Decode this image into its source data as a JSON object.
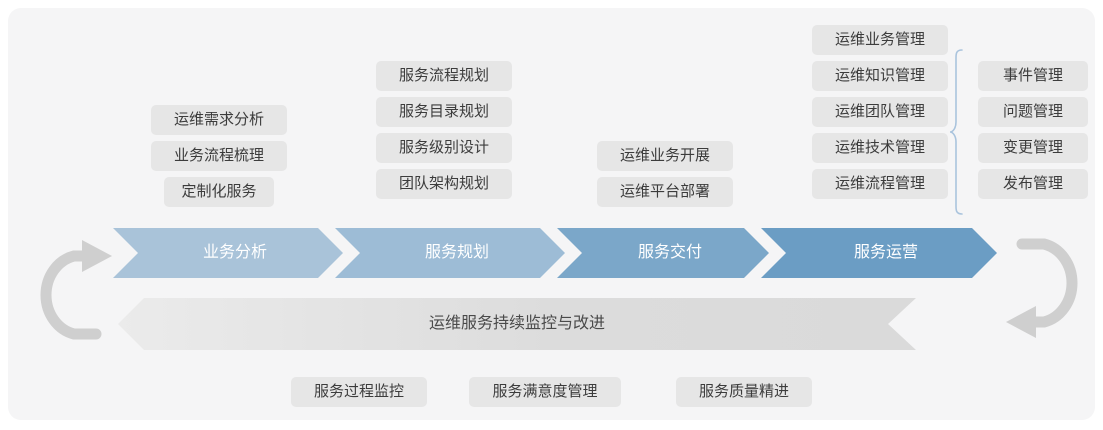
{
  "diagram": {
    "title_banner": "运维服务持续监控与改进",
    "accent_chevron_colors": [
      "#a9c3d9",
      "#9dbcd6",
      "#7ba7c9",
      "#6b9dc4"
    ],
    "pill_color": "#e6e6e6",
    "brace_color": "#aac4dd",
    "loop_arrow_color": "#cfcfcf",
    "card_bg": "#f5f5f6"
  },
  "columns": [
    {
      "stage_label": "业务分析",
      "items": [
        "运维需求分析",
        "业务流程梳理",
        "定制化服务"
      ]
    },
    {
      "stage_label": "服务规划",
      "items": [
        "服务流程规划",
        "服务目录规划",
        "服务级别设计",
        "团队架构规划"
      ]
    },
    {
      "stage_label": "服务交付",
      "items": [
        "运维业务开展",
        "运维平台部署"
      ]
    },
    {
      "stage_label": "服务运营",
      "items": [
        "运维业务管理",
        "运维知识管理",
        "运维团队管理",
        "运维技术管理",
        "运维流程管理"
      ]
    }
  ],
  "detail_column": {
    "items": [
      "事件管理",
      "问题管理",
      "变更管理",
      "发布管理"
    ]
  },
  "footer_items": [
    "服务过程监控",
    "服务满意度管理",
    "服务质量精进"
  ]
}
